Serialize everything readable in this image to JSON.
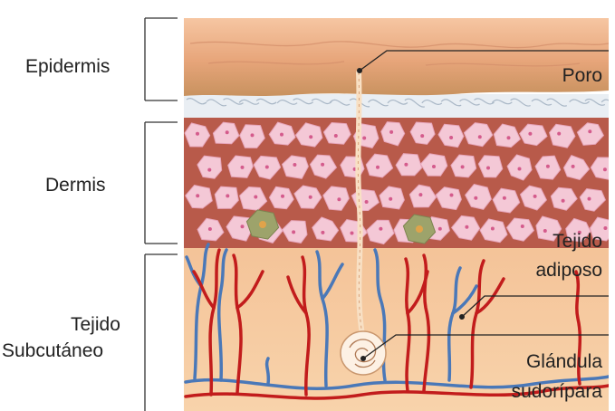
{
  "labels": {
    "epidermis": "Epidermis",
    "dermis": "Dermis",
    "subcutaneous_line1": "Tejido",
    "subcutaneous_line2": "Subcutáneo",
    "pore": "Poro",
    "adipose_line1": "Tejido",
    "adipose_line2": "adiposo",
    "gland_line1": "Glándula",
    "gland_line2": "sudorípara"
  },
  "colors": {
    "epidermis_top": "#f2b98f",
    "epidermis_bottom": "#c99565",
    "dermis_cells": "#f4c8d6",
    "dermis_background": "#b85a4a",
    "subcutaneous": "#f7c99a",
    "artery": "#c21c1c",
    "vein": "#4a78b8"
  }
}
